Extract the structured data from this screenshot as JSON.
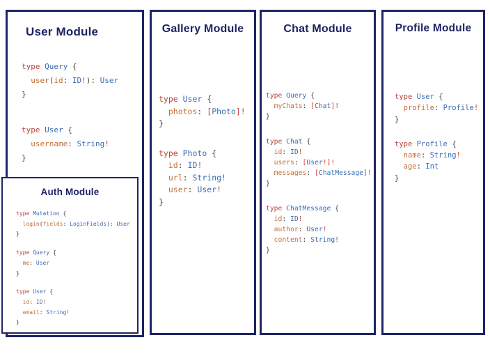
{
  "colors": {
    "navy": "#1e2464",
    "kw": "#b9473e",
    "ty": "#3a6cb4",
    "fd": "#c2703a",
    "pu": "#444446",
    "bg": "#c9403a"
  },
  "modules": {
    "user": {
      "title": "User Module",
      "code": [
        [
          [
            {
              "c": "kw",
              "t": "type "
            },
            {
              "c": "ty",
              "t": "Query "
            },
            {
              "c": "pu",
              "t": "{"
            }
          ],
          [
            {
              "c": "pu",
              "t": "  "
            },
            {
              "c": "fd",
              "t": "user"
            },
            {
              "c": "pu",
              "t": "("
            },
            {
              "c": "fd",
              "t": "id"
            },
            {
              "c": "pu",
              "t": ": "
            },
            {
              "c": "ty",
              "t": "ID"
            },
            {
              "c": "bg",
              "t": "!"
            },
            {
              "c": "pu",
              "t": "): "
            },
            {
              "c": "ty",
              "t": "User"
            }
          ],
          [
            {
              "c": "pu",
              "t": "}"
            }
          ]
        ],
        [
          [
            {
              "c": "kw",
              "t": "type "
            },
            {
              "c": "ty",
              "t": "User "
            },
            {
              "c": "pu",
              "t": "{"
            }
          ],
          [
            {
              "c": "pu",
              "t": "  "
            },
            {
              "c": "fd",
              "t": "username"
            },
            {
              "c": "pu",
              "t": ": "
            },
            {
              "c": "ty",
              "t": "String"
            },
            {
              "c": "bg",
              "t": "!"
            }
          ],
          [
            {
              "c": "pu",
              "t": "}"
            }
          ]
        ]
      ]
    },
    "auth": {
      "title": "Auth Module",
      "code": [
        [
          [
            {
              "c": "kw",
              "t": "type "
            },
            {
              "c": "ty",
              "t": "Mutation "
            },
            {
              "c": "pu",
              "t": "{"
            }
          ],
          [
            {
              "c": "pu",
              "t": "  "
            },
            {
              "c": "fd",
              "t": "login"
            },
            {
              "c": "pu",
              "t": "("
            },
            {
              "c": "fd",
              "t": "fields"
            },
            {
              "c": "pu",
              "t": ": "
            },
            {
              "c": "ty",
              "t": "LoginFields"
            },
            {
              "c": "pu",
              "t": "): "
            },
            {
              "c": "ty",
              "t": "User"
            }
          ],
          [
            {
              "c": "pu",
              "t": "}"
            }
          ]
        ],
        [
          [
            {
              "c": "kw",
              "t": "type "
            },
            {
              "c": "ty",
              "t": "Query "
            },
            {
              "c": "pu",
              "t": "{"
            }
          ],
          [
            {
              "c": "pu",
              "t": "  "
            },
            {
              "c": "fd",
              "t": "me"
            },
            {
              "c": "pu",
              "t": ": "
            },
            {
              "c": "ty",
              "t": "User"
            }
          ],
          [
            {
              "c": "pu",
              "t": "}"
            }
          ]
        ],
        [
          [
            {
              "c": "kw",
              "t": "type "
            },
            {
              "c": "ty",
              "t": "User "
            },
            {
              "c": "pu",
              "t": "{"
            }
          ],
          [
            {
              "c": "pu",
              "t": "  "
            },
            {
              "c": "fd",
              "t": "id"
            },
            {
              "c": "pu",
              "t": ": "
            },
            {
              "c": "ty",
              "t": "ID"
            },
            {
              "c": "bg",
              "t": "!"
            }
          ],
          [
            {
              "c": "pu",
              "t": "  "
            },
            {
              "c": "fd",
              "t": "email"
            },
            {
              "c": "pu",
              "t": ": "
            },
            {
              "c": "ty",
              "t": "String"
            },
            {
              "c": "bg",
              "t": "!"
            }
          ],
          [
            {
              "c": "pu",
              "t": "}"
            }
          ]
        ]
      ]
    },
    "gallery": {
      "title": "Gallery Module",
      "code": [
        [
          [
            {
              "c": "kw",
              "t": "type "
            },
            {
              "c": "ty",
              "t": "User "
            },
            {
              "c": "pu",
              "t": "{"
            }
          ],
          [
            {
              "c": "pu",
              "t": "  "
            },
            {
              "c": "fd",
              "t": "photos"
            },
            {
              "c": "pu",
              "t": ": "
            },
            {
              "c": "bg",
              "t": "["
            },
            {
              "c": "ty",
              "t": "Photo"
            },
            {
              "c": "bg",
              "t": "]!"
            }
          ],
          [
            {
              "c": "pu",
              "t": "}"
            }
          ]
        ],
        [
          [
            {
              "c": "kw",
              "t": "type "
            },
            {
              "c": "ty",
              "t": "Photo "
            },
            {
              "c": "pu",
              "t": "{"
            }
          ],
          [
            {
              "c": "pu",
              "t": "  "
            },
            {
              "c": "fd",
              "t": "id"
            },
            {
              "c": "pu",
              "t": ": "
            },
            {
              "c": "ty",
              "t": "ID"
            },
            {
              "c": "bg",
              "t": "!"
            }
          ],
          [
            {
              "c": "pu",
              "t": "  "
            },
            {
              "c": "fd",
              "t": "url"
            },
            {
              "c": "pu",
              "t": ": "
            },
            {
              "c": "ty",
              "t": "String"
            },
            {
              "c": "bg",
              "t": "!"
            }
          ],
          [
            {
              "c": "pu",
              "t": "  "
            },
            {
              "c": "fd",
              "t": "user"
            },
            {
              "c": "pu",
              "t": ": "
            },
            {
              "c": "ty",
              "t": "User"
            },
            {
              "c": "bg",
              "t": "!"
            }
          ],
          [
            {
              "c": "pu",
              "t": "}"
            }
          ]
        ]
      ]
    },
    "chat": {
      "title": "Chat Module",
      "code": [
        [
          [
            {
              "c": "kw",
              "t": "type "
            },
            {
              "c": "ty",
              "t": "Query "
            },
            {
              "c": "pu",
              "t": "{"
            }
          ],
          [
            {
              "c": "pu",
              "t": "  "
            },
            {
              "c": "fd",
              "t": "myChats"
            },
            {
              "c": "pu",
              "t": ": "
            },
            {
              "c": "bg",
              "t": "["
            },
            {
              "c": "ty",
              "t": "Chat"
            },
            {
              "c": "bg",
              "t": "]!"
            }
          ],
          [
            {
              "c": "pu",
              "t": "}"
            }
          ]
        ],
        [
          [
            {
              "c": "kw",
              "t": "type "
            },
            {
              "c": "ty",
              "t": "Chat "
            },
            {
              "c": "pu",
              "t": "{"
            }
          ],
          [
            {
              "c": "pu",
              "t": "  "
            },
            {
              "c": "fd",
              "t": "id"
            },
            {
              "c": "pu",
              "t": ": "
            },
            {
              "c": "ty",
              "t": "ID"
            },
            {
              "c": "bg",
              "t": "!"
            }
          ],
          [
            {
              "c": "pu",
              "t": "  "
            },
            {
              "c": "fd",
              "t": "users"
            },
            {
              "c": "pu",
              "t": ": "
            },
            {
              "c": "bg",
              "t": "["
            },
            {
              "c": "ty",
              "t": "User"
            },
            {
              "c": "bg",
              "t": "!]!"
            }
          ],
          [
            {
              "c": "pu",
              "t": "  "
            },
            {
              "c": "fd",
              "t": "messages"
            },
            {
              "c": "pu",
              "t": ": "
            },
            {
              "c": "bg",
              "t": "["
            },
            {
              "c": "ty",
              "t": "ChatMessage"
            },
            {
              "c": "bg",
              "t": "]!"
            }
          ],
          [
            {
              "c": "pu",
              "t": "}"
            }
          ]
        ],
        [
          [
            {
              "c": "kw",
              "t": "type "
            },
            {
              "c": "ty",
              "t": "ChatMessage "
            },
            {
              "c": "pu",
              "t": "{"
            }
          ],
          [
            {
              "c": "pu",
              "t": "  "
            },
            {
              "c": "fd",
              "t": "id"
            },
            {
              "c": "pu",
              "t": ": "
            },
            {
              "c": "ty",
              "t": "ID"
            },
            {
              "c": "bg",
              "t": "!"
            }
          ],
          [
            {
              "c": "pu",
              "t": "  "
            },
            {
              "c": "fd",
              "t": "author"
            },
            {
              "c": "pu",
              "t": ": "
            },
            {
              "c": "ty",
              "t": "User"
            },
            {
              "c": "bg",
              "t": "!"
            }
          ],
          [
            {
              "c": "pu",
              "t": "  "
            },
            {
              "c": "fd",
              "t": "content"
            },
            {
              "c": "pu",
              "t": ": "
            },
            {
              "c": "ty",
              "t": "String"
            },
            {
              "c": "bg",
              "t": "!"
            }
          ],
          [
            {
              "c": "pu",
              "t": "}"
            }
          ]
        ]
      ]
    },
    "profile": {
      "title": "Profile Module",
      "code": [
        [
          [
            {
              "c": "kw",
              "t": "type "
            },
            {
              "c": "ty",
              "t": "User "
            },
            {
              "c": "pu",
              "t": "{"
            }
          ],
          [
            {
              "c": "pu",
              "t": "  "
            },
            {
              "c": "fd",
              "t": "profile"
            },
            {
              "c": "pu",
              "t": ": "
            },
            {
              "c": "ty",
              "t": "Profile"
            },
            {
              "c": "bg",
              "t": "!"
            }
          ],
          [
            {
              "c": "pu",
              "t": "}"
            }
          ]
        ],
        [
          [
            {
              "c": "kw",
              "t": "type "
            },
            {
              "c": "ty",
              "t": "Profile "
            },
            {
              "c": "pu",
              "t": "{"
            }
          ],
          [
            {
              "c": "pu",
              "t": "  "
            },
            {
              "c": "fd",
              "t": "name"
            },
            {
              "c": "pu",
              "t": ": "
            },
            {
              "c": "ty",
              "t": "String"
            },
            {
              "c": "bg",
              "t": "!"
            }
          ],
          [
            {
              "c": "pu",
              "t": "  "
            },
            {
              "c": "fd",
              "t": "age"
            },
            {
              "c": "pu",
              "t": ": "
            },
            {
              "c": "ty",
              "t": "Int"
            }
          ],
          [
            {
              "c": "pu",
              "t": "}"
            }
          ]
        ]
      ]
    }
  }
}
